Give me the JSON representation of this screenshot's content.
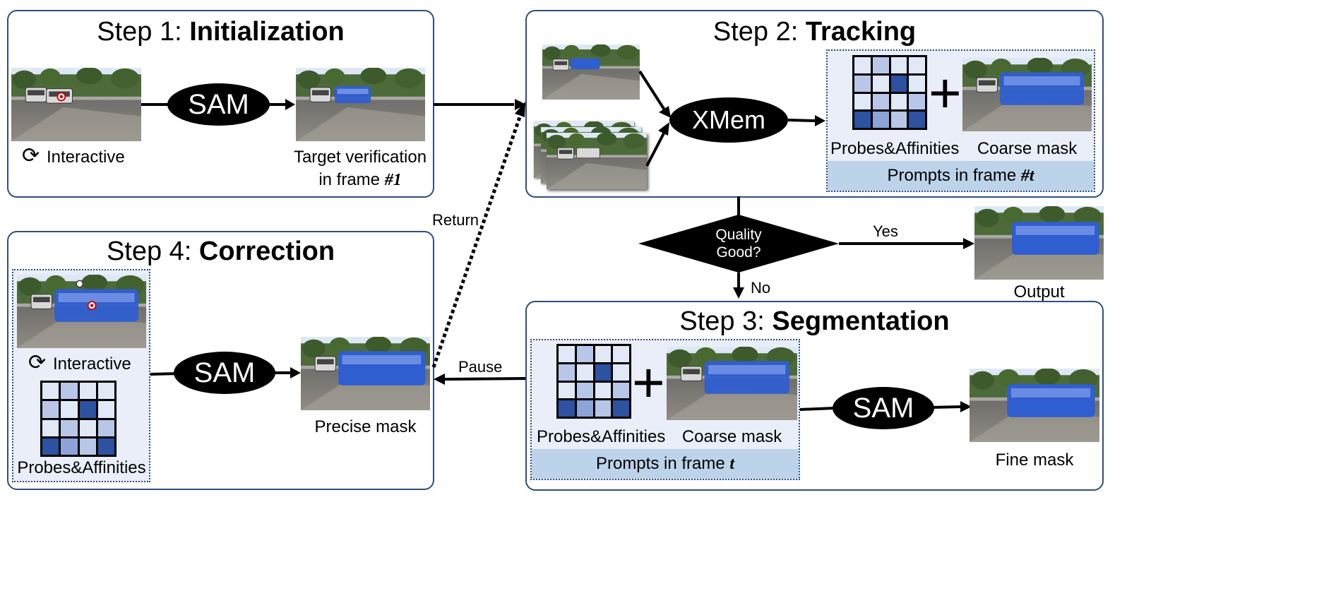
{
  "step1": {
    "prefix": "Step 1: ",
    "name": "Initialization",
    "sam": "SAM",
    "interactive": "Interactive",
    "verify_line1": "Target verification",
    "verify_line2_prefix": "in frame ",
    "verify_frame": "#1"
  },
  "step2": {
    "prefix": "Step 2: ",
    "name": "Tracking",
    "xmem": "XMem",
    "probes": "Probes&Affinities",
    "coarse": "Coarse mask",
    "prompt_prefix": "Prompts in frame ",
    "prompt_frame": "#t"
  },
  "decision": {
    "line1": "Quality",
    "line2": "Good?",
    "yes": "Yes",
    "no": "No"
  },
  "output": "Output",
  "step3": {
    "prefix": "Step 3: ",
    "name": "Segmentation",
    "sam": "SAM",
    "probes": "Probes&Affinities",
    "coarse": "Coarse mask",
    "prompt_prefix": "Prompts in frame ",
    "prompt_frame": "t",
    "fine": "Fine mask"
  },
  "step4": {
    "prefix": "Step 4: ",
    "name": "Correction",
    "sam": "SAM",
    "interactive": "Interactive",
    "probes": "Probes&Affinities",
    "precise": "Precise mask"
  },
  "return_label": "Return",
  "pause_label": "Pause",
  "colors": {
    "border": "#2f4f7f",
    "grid_light": "#e1e8f6",
    "grid_mid": "#b8c7e8",
    "grid_strong": "#8ea3d8",
    "grid_dark": "#2c52a0",
    "mask_blue": "#2f5ed0"
  },
  "icons": {
    "interactive": "cycle-arrows-icon"
  }
}
